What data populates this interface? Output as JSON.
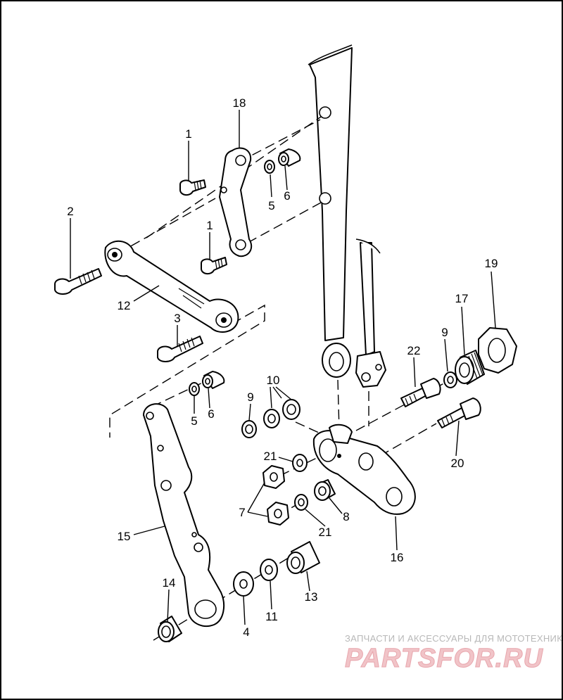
{
  "callouts": [
    {
      "id": "c1a",
      "text": "1"
    },
    {
      "id": "c18",
      "text": "18"
    },
    {
      "id": "c5a",
      "text": "5"
    },
    {
      "id": "c6a",
      "text": "6"
    },
    {
      "id": "c2",
      "text": "2"
    },
    {
      "id": "c1b",
      "text": "1"
    },
    {
      "id": "c12",
      "text": "12"
    },
    {
      "id": "c3",
      "text": "3"
    },
    {
      "id": "c5b",
      "text": "5"
    },
    {
      "id": "c6b",
      "text": "6"
    },
    {
      "id": "c19",
      "text": "19"
    },
    {
      "id": "c17",
      "text": "17"
    },
    {
      "id": "c9a",
      "text": "9"
    },
    {
      "id": "c22",
      "text": "22"
    },
    {
      "id": "c10",
      "text": "10"
    },
    {
      "id": "c9b",
      "text": "9"
    },
    {
      "id": "c21a",
      "text": "21"
    },
    {
      "id": "c7",
      "text": "7"
    },
    {
      "id": "c21b",
      "text": "21"
    },
    {
      "id": "c8",
      "text": "8"
    },
    {
      "id": "c20",
      "text": "20"
    },
    {
      "id": "c15",
      "text": "15"
    },
    {
      "id": "c16",
      "text": "16"
    },
    {
      "id": "c14",
      "text": "14"
    },
    {
      "id": "c4",
      "text": "4"
    },
    {
      "id": "c11",
      "text": "11"
    },
    {
      "id": "c13",
      "text": "13"
    }
  ],
  "watermark": {
    "tagline": "ЗАПЧАСТИ И АКСЕССУАРЫ ДЛЯ МОТОТЕХНИКИ",
    "logo": "PARTSFOR.RU"
  },
  "colors": {
    "line": "#000000",
    "background": "#ffffff",
    "watermark_text": "#b8b8b8",
    "watermark_logo": "#f1c4c8"
  }
}
